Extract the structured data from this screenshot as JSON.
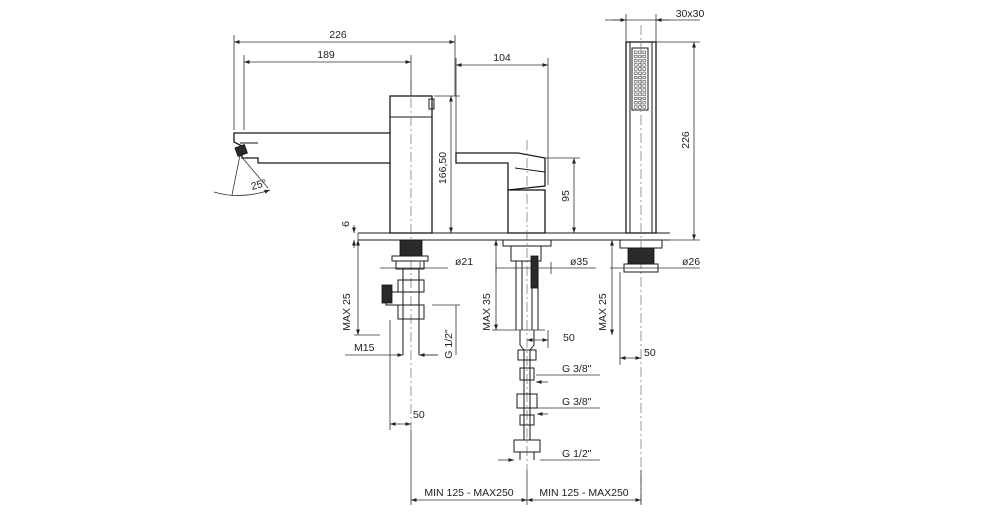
{
  "dimensions": {
    "overall_width": "226",
    "spout_reach": "189",
    "spout_angle": "25°",
    "body_height": "166,50",
    "plate_thickness": "6",
    "body_diameter": "ø21",
    "max_depth_left": "MAX 25",
    "thread_m15": "M15",
    "thread_g12_left": "G 1/2\"",
    "offset_50_left": "50",
    "mixer_width": "104",
    "lever_height": "95",
    "mixer_diameter": "ø35",
    "max_depth_mid": "MAX 35",
    "offset_50_mid": "50",
    "thread_g38_upper": "G 3/8\"",
    "thread_g38_lower": "G 3/8\"",
    "thread_g12_bottom": "G 1/2\"",
    "shower_section": "30x30",
    "shower_length": "226",
    "shower_diameter": "ø26",
    "max_depth_right": "MAX 25",
    "offset_50_right": "50",
    "spacing_left": "MIN 125 - MAX250",
    "spacing_right": "MIN 125 - MAX250"
  }
}
